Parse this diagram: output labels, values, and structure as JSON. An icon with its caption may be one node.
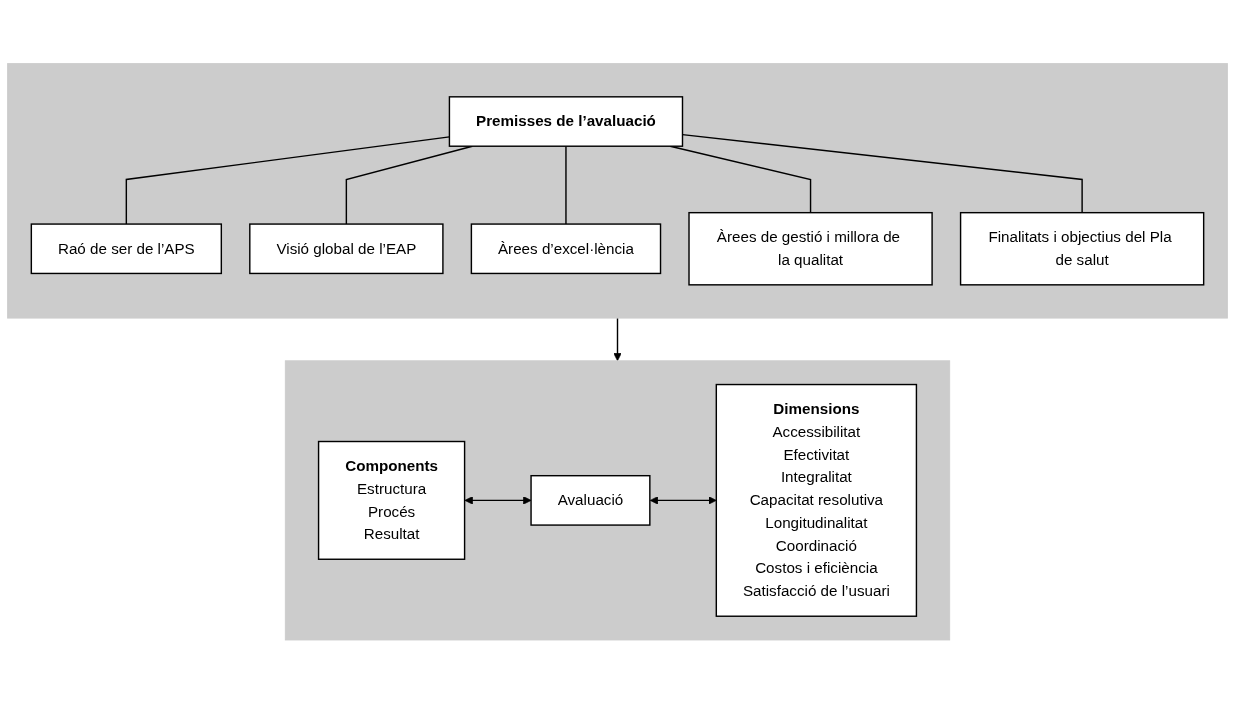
{
  "diagram": {
    "nodes": [
      {
        "text": [],
        "shape": "box"
      },
      {
        "text": [
          "Premisses de l’avaluació"
        ],
        "in": 0
      },
      {
        "text": [
          "Raó de ser de l’APS"
        ],
        "in": 0
      },
      {
        "text": [
          "Visió global de l’EAP"
        ],
        "in": 0
      },
      {
        "text": [
          "Àrees d’excel·lència"
        ],
        "in": 0
      },
      {
        "text": [
          "Àrees de gestió i millora de la qualitat"
        ],
        "in": 0
      },
      {
        "text": [
          "Finalitats i objectius del Pla de salut"
        ],
        "in": 0
      },
      {
        "text": [],
        "shape": "box"
      },
      {
        "text": [
          "Components",
          "Estructura",
          "Procés",
          "Resultat"
        ],
        "in": 7
      },
      {
        "text": [
          "Avaluació"
        ],
        "in": 7
      },
      {
        "text": [
          "Dimensions",
          "Accessibilitat",
          "Efectivitat",
          "Integralitat",
          "Capacitat resolutiva",
          "Longitudinalitat",
          "Coordinació",
          "Costos i eficiència",
          "Satisfacció de l’usuari"
        ],
        "in": 7
      }
    ],
    "edges": [
      {
        "from": 1,
        "to": 2,
        "arrow": "none"
      },
      {
        "from": 1,
        "to": 3,
        "arrow": "none"
      },
      {
        "from": 1,
        "to": 4,
        "arrow": "none"
      },
      {
        "from": 1,
        "to": 5,
        "arrow": "none"
      },
      {
        "from": 1,
        "to": 6,
        "arrow": "none"
      },
      {
        "from": 0,
        "to": 7,
        "arrow": "to"
      },
      {
        "from": 8,
        "to": 9,
        "arrow": "both"
      },
      {
        "from": 9,
        "to": 10,
        "arrow": "both"
      }
    ]
  }
}
